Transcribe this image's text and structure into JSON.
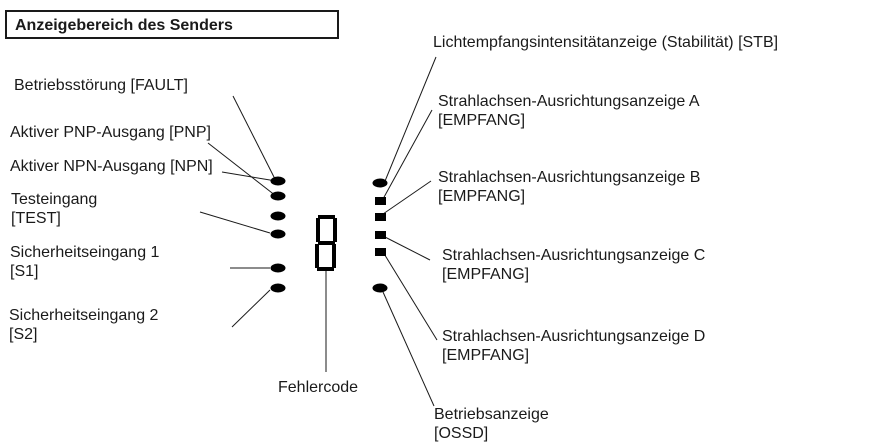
{
  "title": "Anzeigebereich des Senders",
  "labels": {
    "fault": [
      "Betriebsstörung [FAULT]"
    ],
    "pnp": [
      "Aktiver PNP-Ausgang [PNP]"
    ],
    "npn": [
      "Aktiver NPN-Ausgang [NPN]"
    ],
    "test": [
      "Testeingang",
      "[TEST]"
    ],
    "s1": [
      "Sicherheitseingang 1",
      "[S1]"
    ],
    "s2": [
      "Sicherheitseingang 2",
      "[S2]"
    ],
    "code": [
      "Fehlercode"
    ],
    "stb": [
      "Lichtempfangsintensitätanzeige (Stabilität) [STB]"
    ],
    "a": [
      "Strahlachsen-Ausrichtungsanzeige A",
      "[EMPFANG]"
    ],
    "b": [
      "Strahlachsen-Ausrichtungsanzeige B",
      "[EMPFANG]"
    ],
    "c": [
      "Strahlachsen-Ausrichtungsanzeige C",
      "[EMPFANG]"
    ],
    "d": [
      "Strahlachsen-Ausrichtungsanzeige D",
      "[EMPFANG]"
    ],
    "ossd": [
      "Betriebsanzeige",
      "[OSSD]"
    ]
  }
}
